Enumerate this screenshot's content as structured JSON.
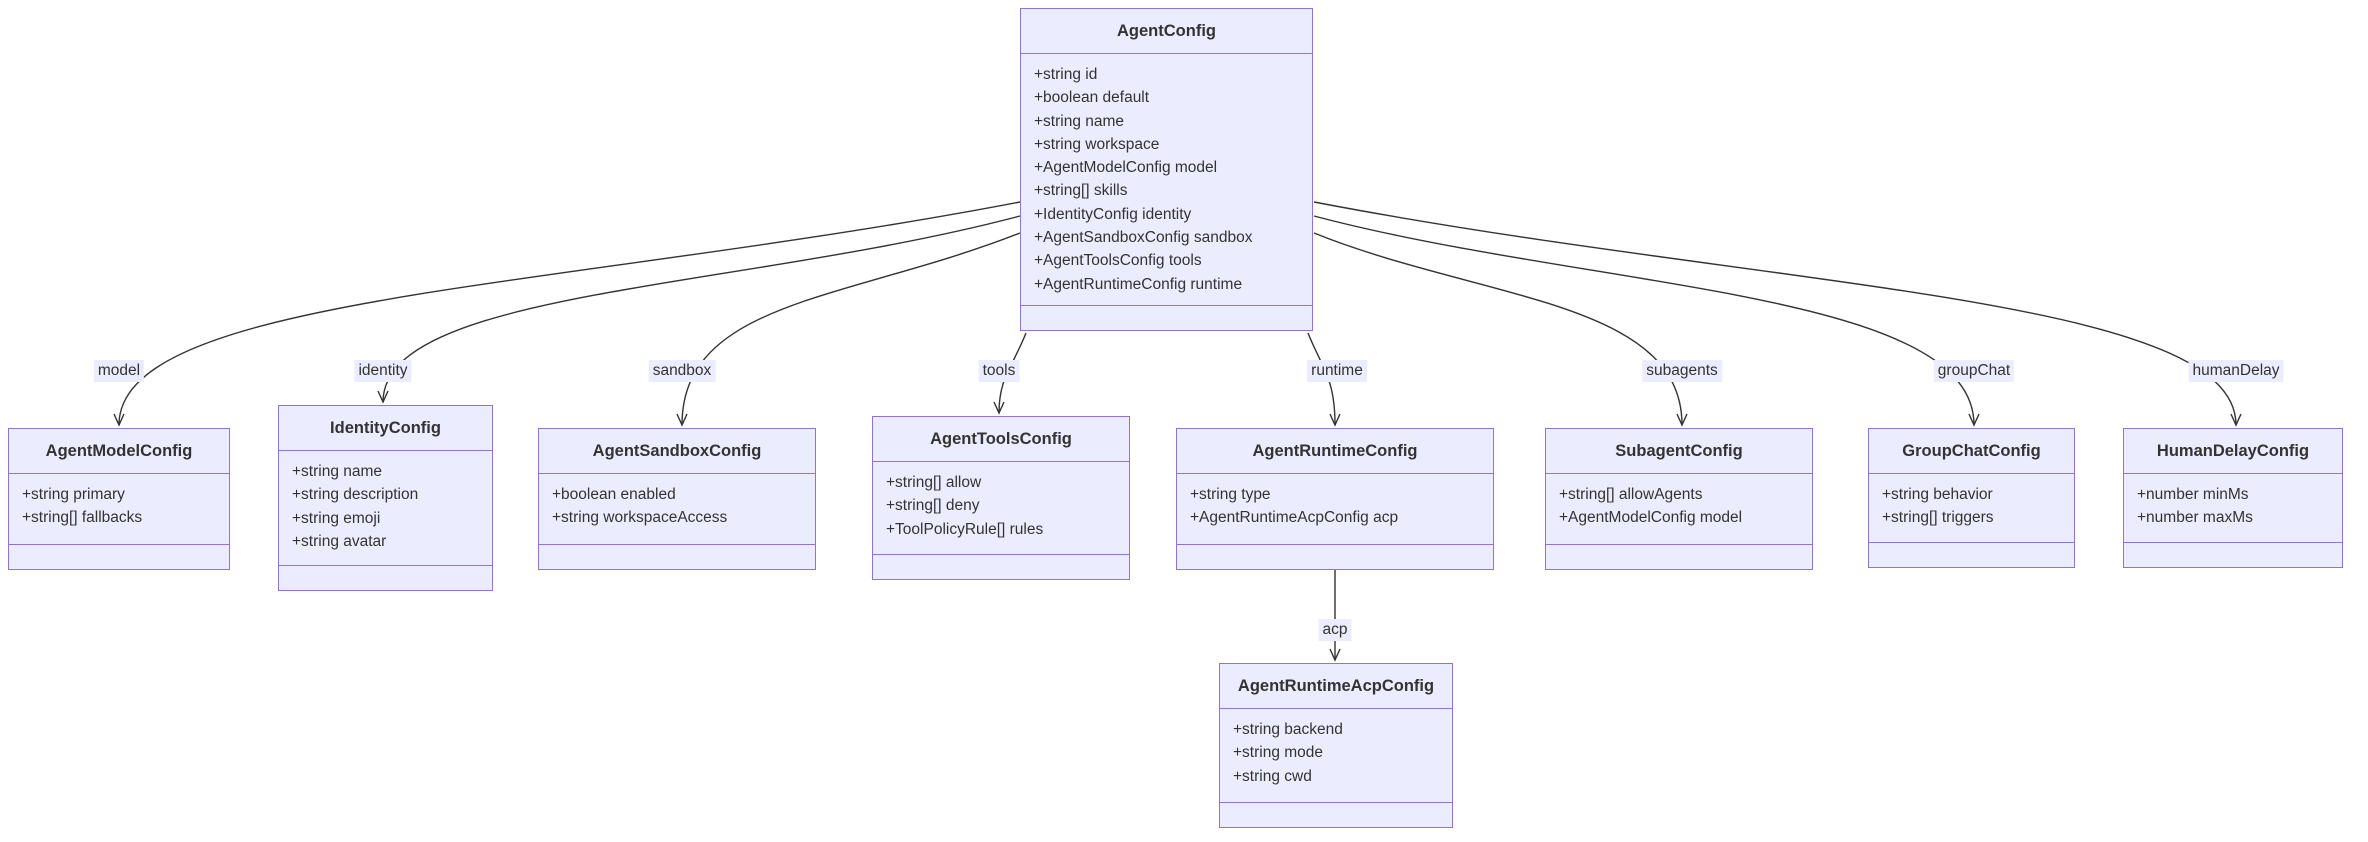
{
  "diagram": {
    "type": "uml-class-diagram",
    "colors": {
      "class_fill": "#ECECFF",
      "class_border": "#9370DB",
      "text": "#333333",
      "edge_line": "#333333",
      "edge_label_background": "#ECECFF",
      "background": "#FFFFFF"
    },
    "classes": [
      {
        "name": "AgentConfig",
        "attributes": [
          "+string id",
          "+boolean default",
          "+string name",
          "+string workspace",
          "+AgentModelConfig model",
          "+string[] skills",
          "+IdentityConfig identity",
          "+AgentSandboxConfig sandbox",
          "+AgentToolsConfig tools",
          "+AgentRuntimeConfig runtime"
        ]
      },
      {
        "name": "AgentModelConfig",
        "attributes": [
          "+string primary",
          "+string[] fallbacks"
        ]
      },
      {
        "name": "IdentityConfig",
        "attributes": [
          "+string name",
          "+string description",
          "+string emoji",
          "+string avatar"
        ]
      },
      {
        "name": "AgentSandboxConfig",
        "attributes": [
          "+boolean enabled",
          "+string workspaceAccess"
        ]
      },
      {
        "name": "AgentToolsConfig",
        "attributes": [
          "+string[] allow",
          "+string[] deny",
          "+ToolPolicyRule[] rules"
        ]
      },
      {
        "name": "AgentRuntimeConfig",
        "attributes": [
          "+string type",
          "+AgentRuntimeAcpConfig acp"
        ]
      },
      {
        "name": "SubagentConfig",
        "attributes": [
          "+string[] allowAgents",
          "+AgentModelConfig model"
        ]
      },
      {
        "name": "GroupChatConfig",
        "attributes": [
          "+string behavior",
          "+string[] triggers"
        ]
      },
      {
        "name": "HumanDelayConfig",
        "attributes": [
          "+number minMs",
          "+number maxMs"
        ]
      },
      {
        "name": "AgentRuntimeAcpConfig",
        "attributes": [
          "+string backend",
          "+string mode",
          "+string cwd"
        ]
      }
    ],
    "edges": [
      {
        "from": "AgentConfig",
        "to": "AgentModelConfig",
        "label": "model"
      },
      {
        "from": "AgentConfig",
        "to": "IdentityConfig",
        "label": "identity"
      },
      {
        "from": "AgentConfig",
        "to": "AgentSandboxConfig",
        "label": "sandbox"
      },
      {
        "from": "AgentConfig",
        "to": "AgentToolsConfig",
        "label": "tools"
      },
      {
        "from": "AgentConfig",
        "to": "AgentRuntimeConfig",
        "label": "runtime"
      },
      {
        "from": "AgentConfig",
        "to": "SubagentConfig",
        "label": "subagents"
      },
      {
        "from": "AgentConfig",
        "to": "GroupChatConfig",
        "label": "groupChat"
      },
      {
        "from": "AgentConfig",
        "to": "HumanDelayConfig",
        "label": "humanDelay"
      },
      {
        "from": "AgentRuntimeConfig",
        "to": "AgentRuntimeAcpConfig",
        "label": "acp"
      }
    ]
  }
}
